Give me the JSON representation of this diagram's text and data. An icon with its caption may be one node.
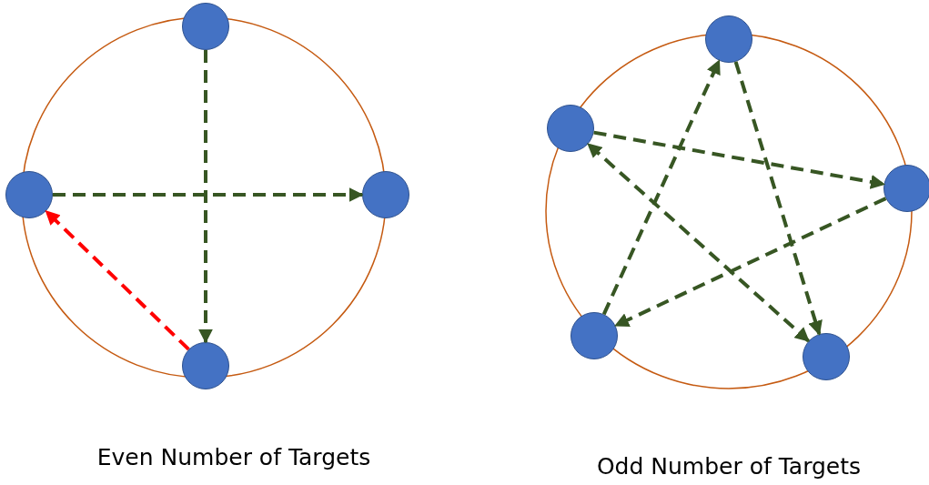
{
  "diagram": {
    "nodes": [
      {
        "text": [],
        "shape": "circle"
      },
      {
        "text": [],
        "shape": "circle"
      },
      {
        "text": [],
        "shape": "circle"
      },
      {
        "text": [],
        "shape": "circle"
      },
      {
        "text": [],
        "shape": "circle"
      },
      {
        "text": [],
        "shape": "circle"
      },
      {
        "text": [],
        "shape": "circle"
      },
      {
        "text": [],
        "shape": "circle"
      },
      {
        "text": [],
        "shape": "circle"
      }
    ],
    "edges": [
      {
        "from": 0,
        "to": 3,
        "arrow": "to",
        "style": "dashed"
      },
      {
        "from": 1,
        "to": 2,
        "arrow": "to",
        "style": "dashed"
      },
      {
        "from": 3,
        "to": 1,
        "arrow": "to",
        "style": "dashed",
        "color": "#ff0000"
      },
      {
        "from": 4,
        "to": 8,
        "arrow": "to",
        "style": "dashed"
      },
      {
        "from": 8,
        "to": 5,
        "arrow": "both",
        "style": "dashed"
      },
      {
        "from": 5,
        "to": 6,
        "arrow": "to",
        "style": "dashed"
      },
      {
        "from": 6,
        "to": 7,
        "arrow": "to",
        "style": "dashed"
      },
      {
        "from": 7,
        "to": 4,
        "arrow": "to",
        "style": "dashed"
      }
    ],
    "labels": [
      "Even Number of Targets",
      "Odd Number of Targets"
    ]
  }
}
